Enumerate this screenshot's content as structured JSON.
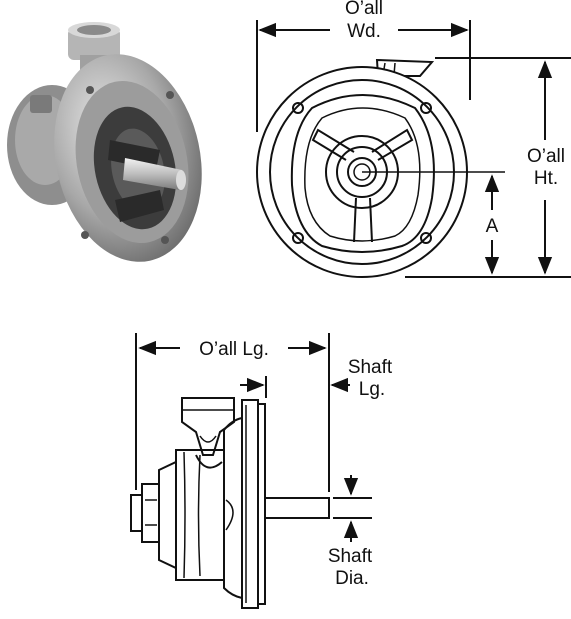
{
  "labels": {
    "overall_width_line1": "O’all",
    "overall_width_line2": "Wd.",
    "overall_height_line1": "O’all",
    "overall_height_line2": "Ht.",
    "dim_a": "A",
    "overall_length": "O’all Lg.",
    "shaft_length_line1": "Shaft",
    "shaft_length_line2": "Lg.",
    "shaft_dia_line1": "Shaft",
    "shaft_dia_line2": "Dia."
  }
}
